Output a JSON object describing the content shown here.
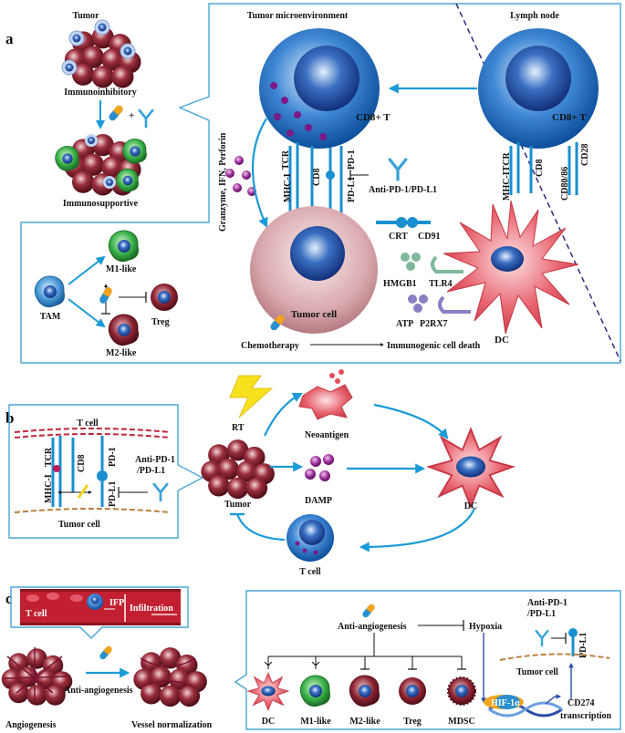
{
  "colors": {
    "frame": "#4aa6d6",
    "arrow": "#1a9bd7",
    "tcell_outer": "#1f6fb8",
    "tumor_red": "#8b1d2c",
    "dc_pink": "#e2505c",
    "pill_orange": "#f3a41a",
    "pill_blue": "#2a8fd0",
    "damp_purple": "#9b2f9a",
    "dashed_navy": "#2e2b7f"
  },
  "panel_a": {
    "letter": "a",
    "tumor_title": "Tumor",
    "immunoinhibitory": "Immunoinhibitory",
    "immunosupportive": "Immunosupportive",
    "plus": "+",
    "tme_title": "Tumor microenvironment",
    "lymph_title": "Lymph node",
    "cd8t_left": "CD8+ T",
    "cd8t_right": "CD8+ T",
    "mhc_left": "MHC-I",
    "tcr_left": "TCR",
    "cd8_left": "CD8",
    "pdl1_left": "PD-L1",
    "pd1_left": "PD-1",
    "anti_pd1": "Anti-PD-1/PD-L1",
    "granzyme": "Granzyme, IFN, Perforin",
    "mhc_tcr_right": "MHC-ITCR",
    "cd8_right": "CD8",
    "cd80": "CD80/86",
    "cd28": "CD28",
    "crt": "CRT",
    "cd91": "CD91",
    "hmgb1": "HMGB1",
    "tlr4": "TLR4",
    "atp": "ATP",
    "p2rx7": "P2RX7",
    "dc": "DC",
    "tumor_cell": "Tumor cell",
    "chemo": "Chemotherapy",
    "icd": "Immunogenic cell death",
    "tam": "TAM",
    "m1": "M1-like",
    "m2": "M2-like",
    "treg": "Treg"
  },
  "panel_b": {
    "letter": "b",
    "t_cell": "T cell",
    "tumor_cell": "Tumor cell",
    "tcr": "TCR",
    "cd8": "CD8",
    "mhc": "MHC-I",
    "pd1": "PD-1",
    "pdl1": "PD-L1",
    "anti_pd1": "Anti-PD-1\n/PD-L1",
    "rt": "RT",
    "tumor": "Tumor",
    "neoantigen": "Neoantigen",
    "damp": "DAMP",
    "dc": "DC",
    "t_cell2": "T cell"
  },
  "panel_c": {
    "letter": "c",
    "vessel_tcell": "T cell",
    "ifp": "IFP",
    "infiltration": "Infiltration",
    "angiogenesis": "Angiogenesis",
    "anti_angio": "Anti-angiogenesis",
    "vessel_norm": "Vessel normalization",
    "anti_angio2": "Anti-angiogenesis",
    "hypoxia": "Hypoxia",
    "anti_pd1": "Anti-PD-1\n/PD-L1",
    "pdl1": "PD-L1",
    "tumor_cell": "Tumor cell",
    "hif": "HIF-1α",
    "cd274": "CD274\ntranscription",
    "cells": [
      "DC",
      "M1-like",
      "M2-like",
      "Treg",
      "MDSC"
    ]
  }
}
